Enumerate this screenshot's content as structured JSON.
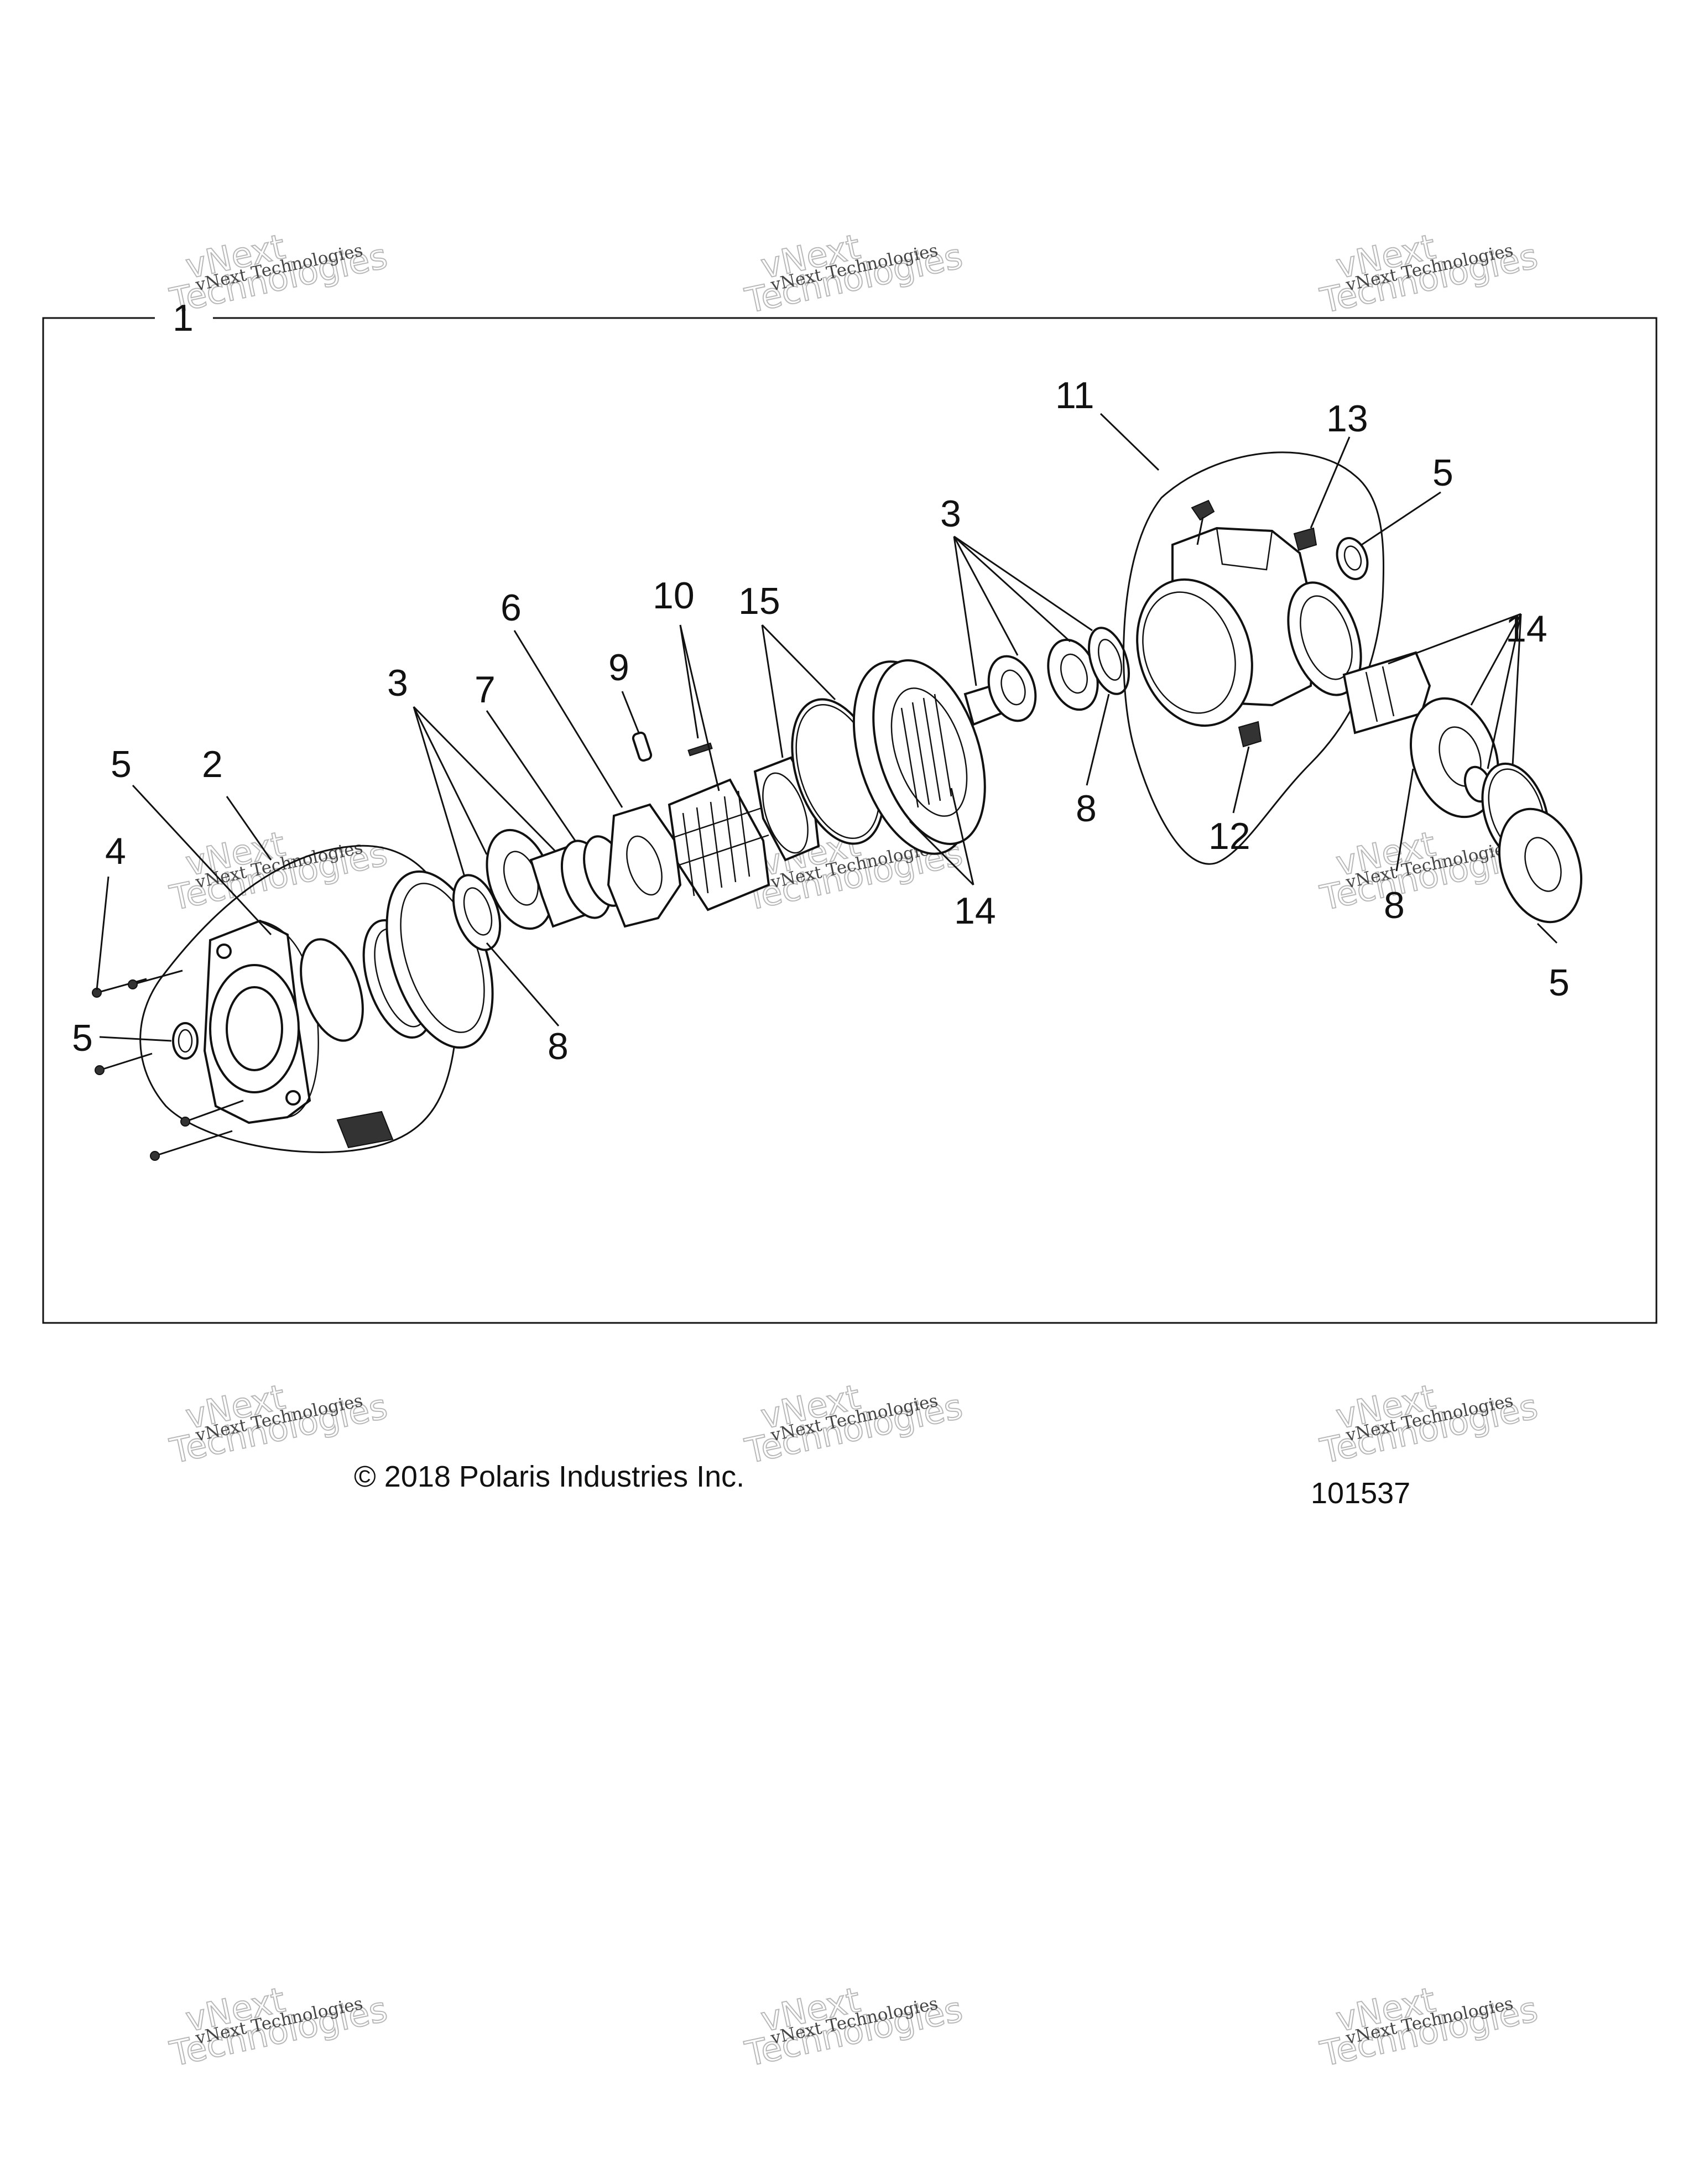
{
  "frame_label": "1",
  "callouts": {
    "c1": "1",
    "c2": "2",
    "c3a": "3",
    "c3b": "3",
    "c4": "4",
    "c5a": "5",
    "c5b": "5",
    "c5c": "5",
    "c5d": "5",
    "c6": "6",
    "c7": "7",
    "c8a": "8",
    "c8b": "8",
    "c8c": "8",
    "c9": "9",
    "c10": "10",
    "c11": "11",
    "c12": "12",
    "c13": "13",
    "c14a": "14",
    "c14b": "14",
    "c15": "15"
  },
  "watermark": {
    "line1": "vNext Technologies",
    "line2": "vNext",
    "line3": "Technologies"
  },
  "footer": {
    "copyright": "© 2018 Polaris Industries Inc.",
    "figure_number": "101537"
  }
}
